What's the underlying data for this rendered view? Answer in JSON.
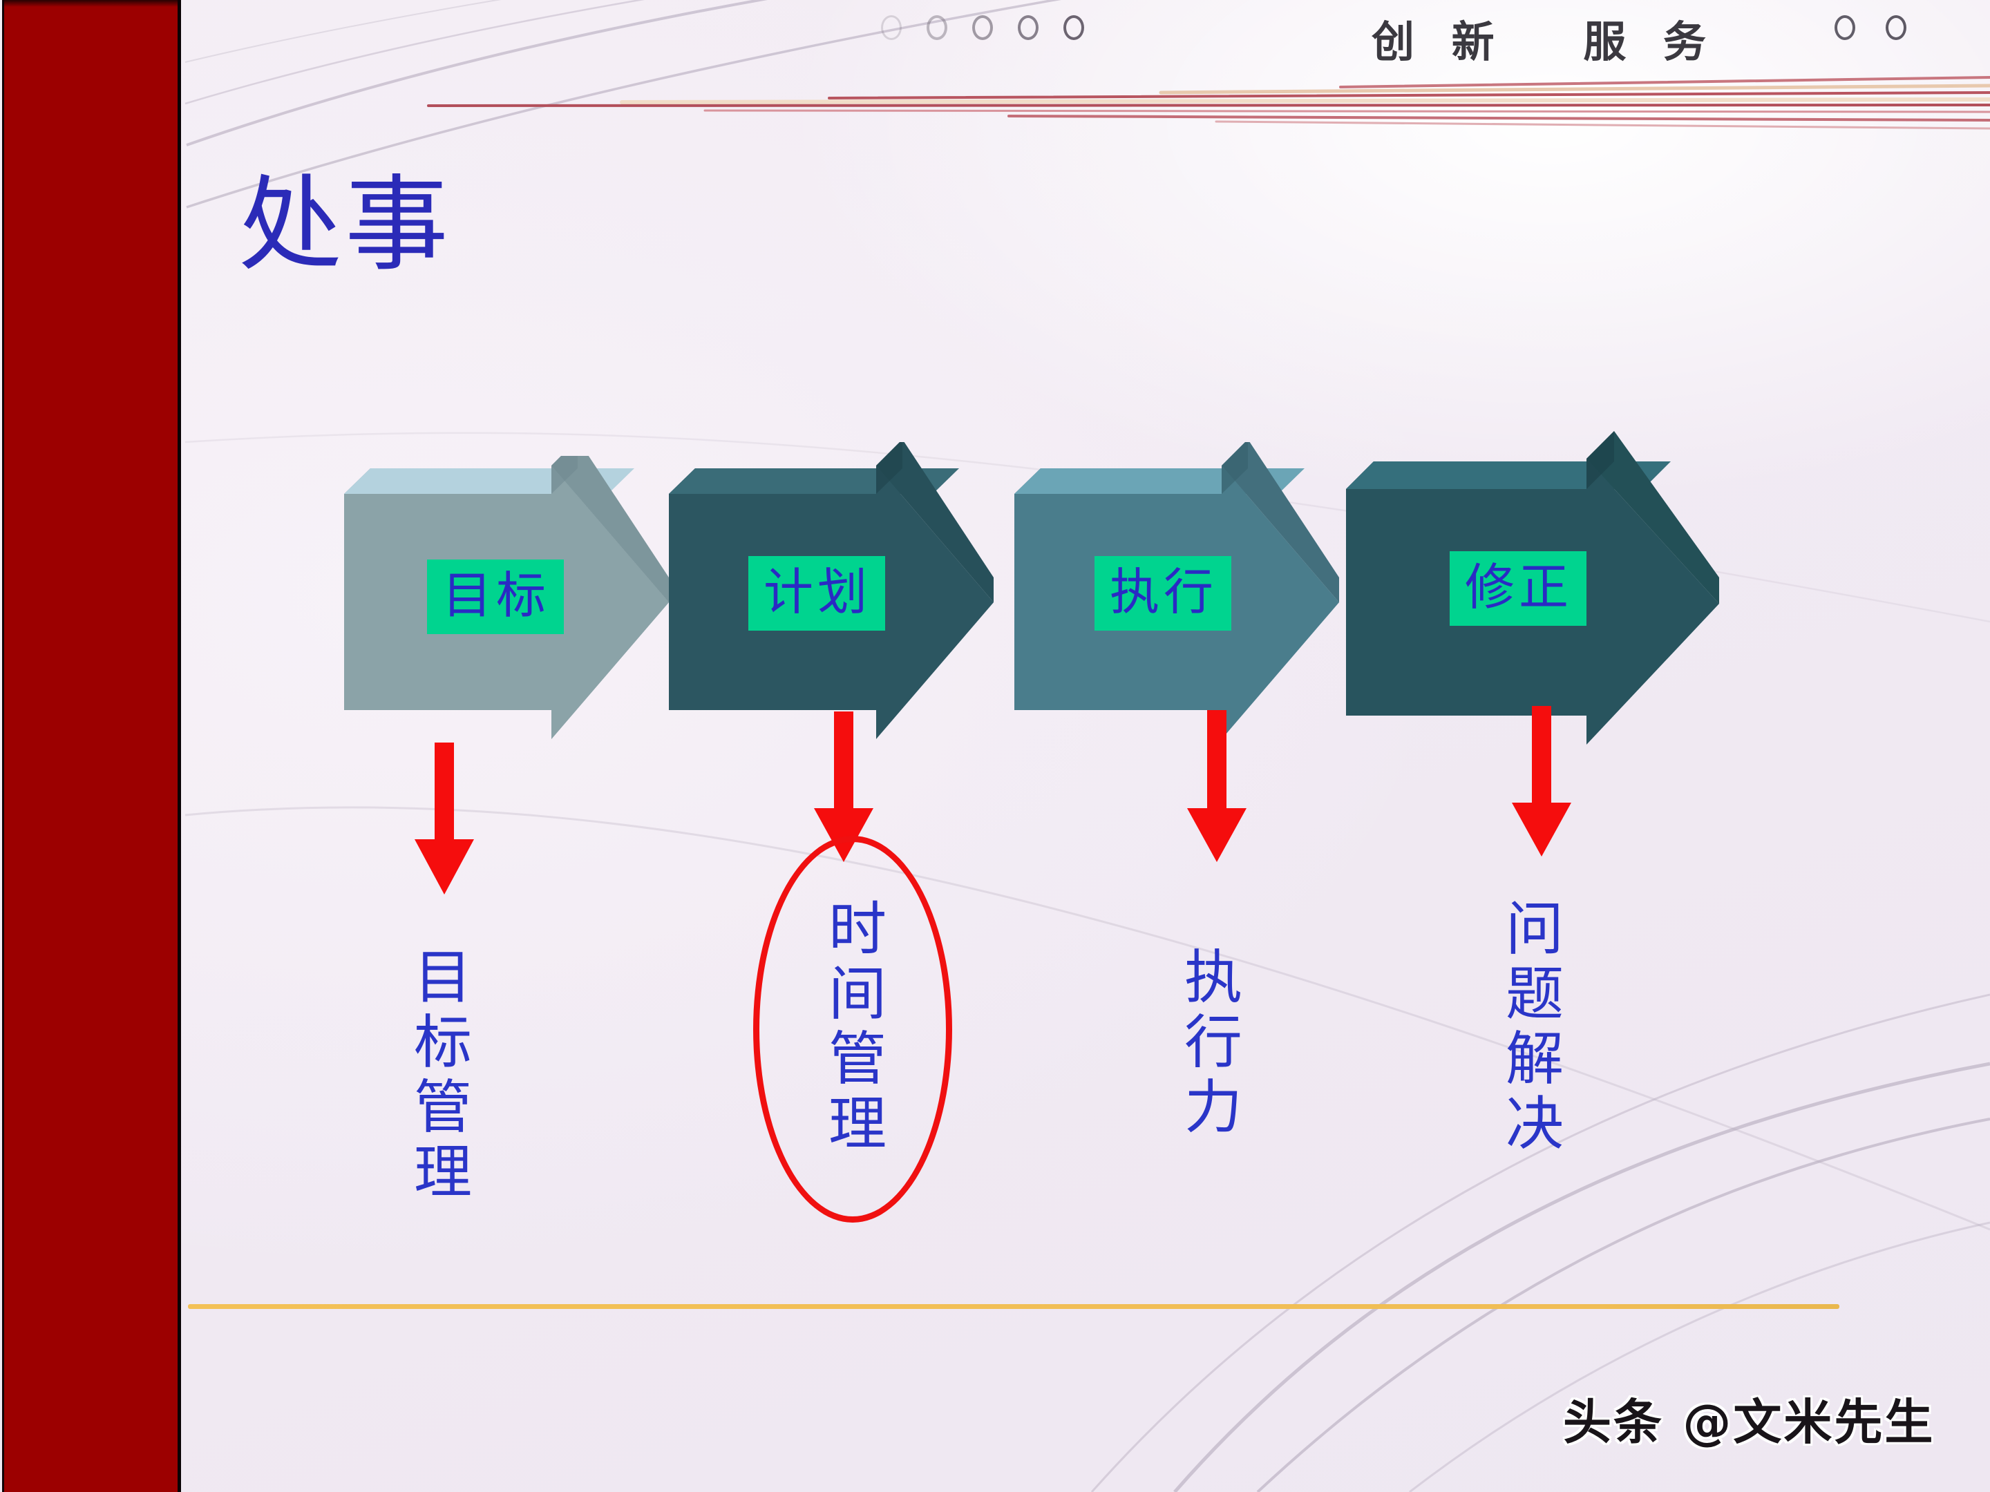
{
  "slide": {
    "title": "处事",
    "background_color": "#f2ecf4",
    "sidebar_color": "#9c0000",
    "accent_blue": "#2a35c8",
    "label_chip_color": "#00d48f",
    "red_marker_color": "#f01010",
    "gold_rule_color": "#f3c157"
  },
  "header": {
    "title": "创 新   服 务",
    "dots_left": [
      "circle-1",
      "circle-2",
      "circle-3",
      "circle-4",
      "circle-5"
    ],
    "dots_right": [
      "circle-6",
      "circle-7"
    ]
  },
  "process": {
    "steps": [
      {
        "id": "step-goal",
        "label": "目标",
        "arrow_face_color": "#8ba3a8",
        "arrow_top_color": "#b4d2de",
        "arrow_side_color": "#7f979d",
        "outcome": "目标管理",
        "highlighted": false
      },
      {
        "id": "step-plan",
        "label": "计划",
        "arrow_face_color": "#2c5661",
        "arrow_top_color": "#3a6c78",
        "arrow_side_color": "#264b55",
        "outcome": "时间管理",
        "highlighted": true
      },
      {
        "id": "step-execute",
        "label": "执行",
        "arrow_face_color": "#4a7d8c",
        "arrow_top_color": "#6ba5b6",
        "arrow_side_color": "#416f7d",
        "outcome": "执行力",
        "highlighted": false
      },
      {
        "id": "step-correct",
        "label": "修正",
        "arrow_face_color": "#28545e",
        "arrow_top_color": "#356f7c",
        "arrow_side_color": "#214851",
        "outcome": "问题解决",
        "highlighted": false
      }
    ]
  },
  "watermark": {
    "text": "头条 @文米先生"
  }
}
